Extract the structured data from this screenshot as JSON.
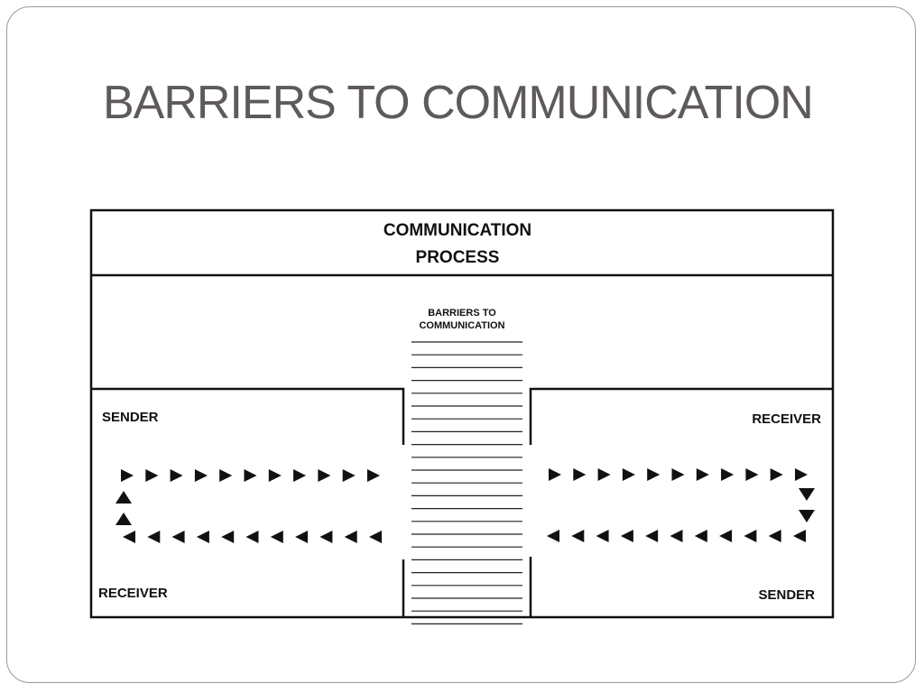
{
  "slide": {
    "title": "BARRIERS TO COMMUNICATION"
  },
  "diagram": {
    "header_line1": "COMMUNICATION",
    "header_line2": "PROCESS",
    "barrier_line1": "BARRIERS TO",
    "barrier_line2": "COMMUNICATION",
    "left_top_label": "SENDER",
    "left_bottom_label": "RECEIVER",
    "right_top_label": "RECEIVER",
    "right_bottom_label": "SENDER"
  }
}
